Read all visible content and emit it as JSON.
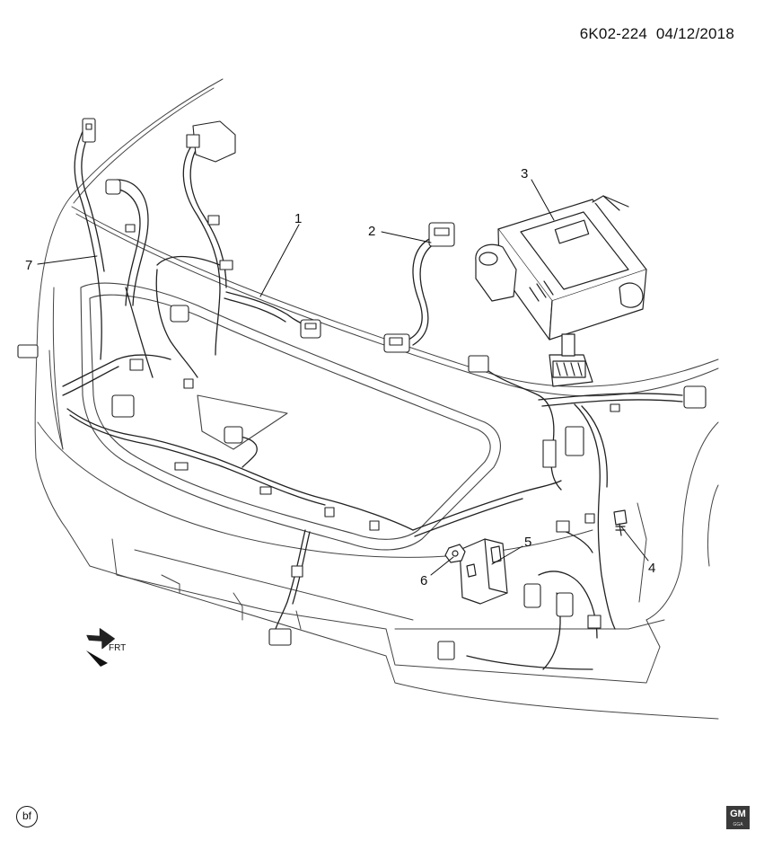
{
  "header": {
    "code": "6K02-224",
    "date": "04/12/2018"
  },
  "callouts": [
    "1",
    "2",
    "3",
    "4",
    "5",
    "6",
    "7"
  ],
  "direction_label": "FRT",
  "badge": "bf",
  "logo": {
    "text": "GM",
    "sub": "GGA"
  }
}
